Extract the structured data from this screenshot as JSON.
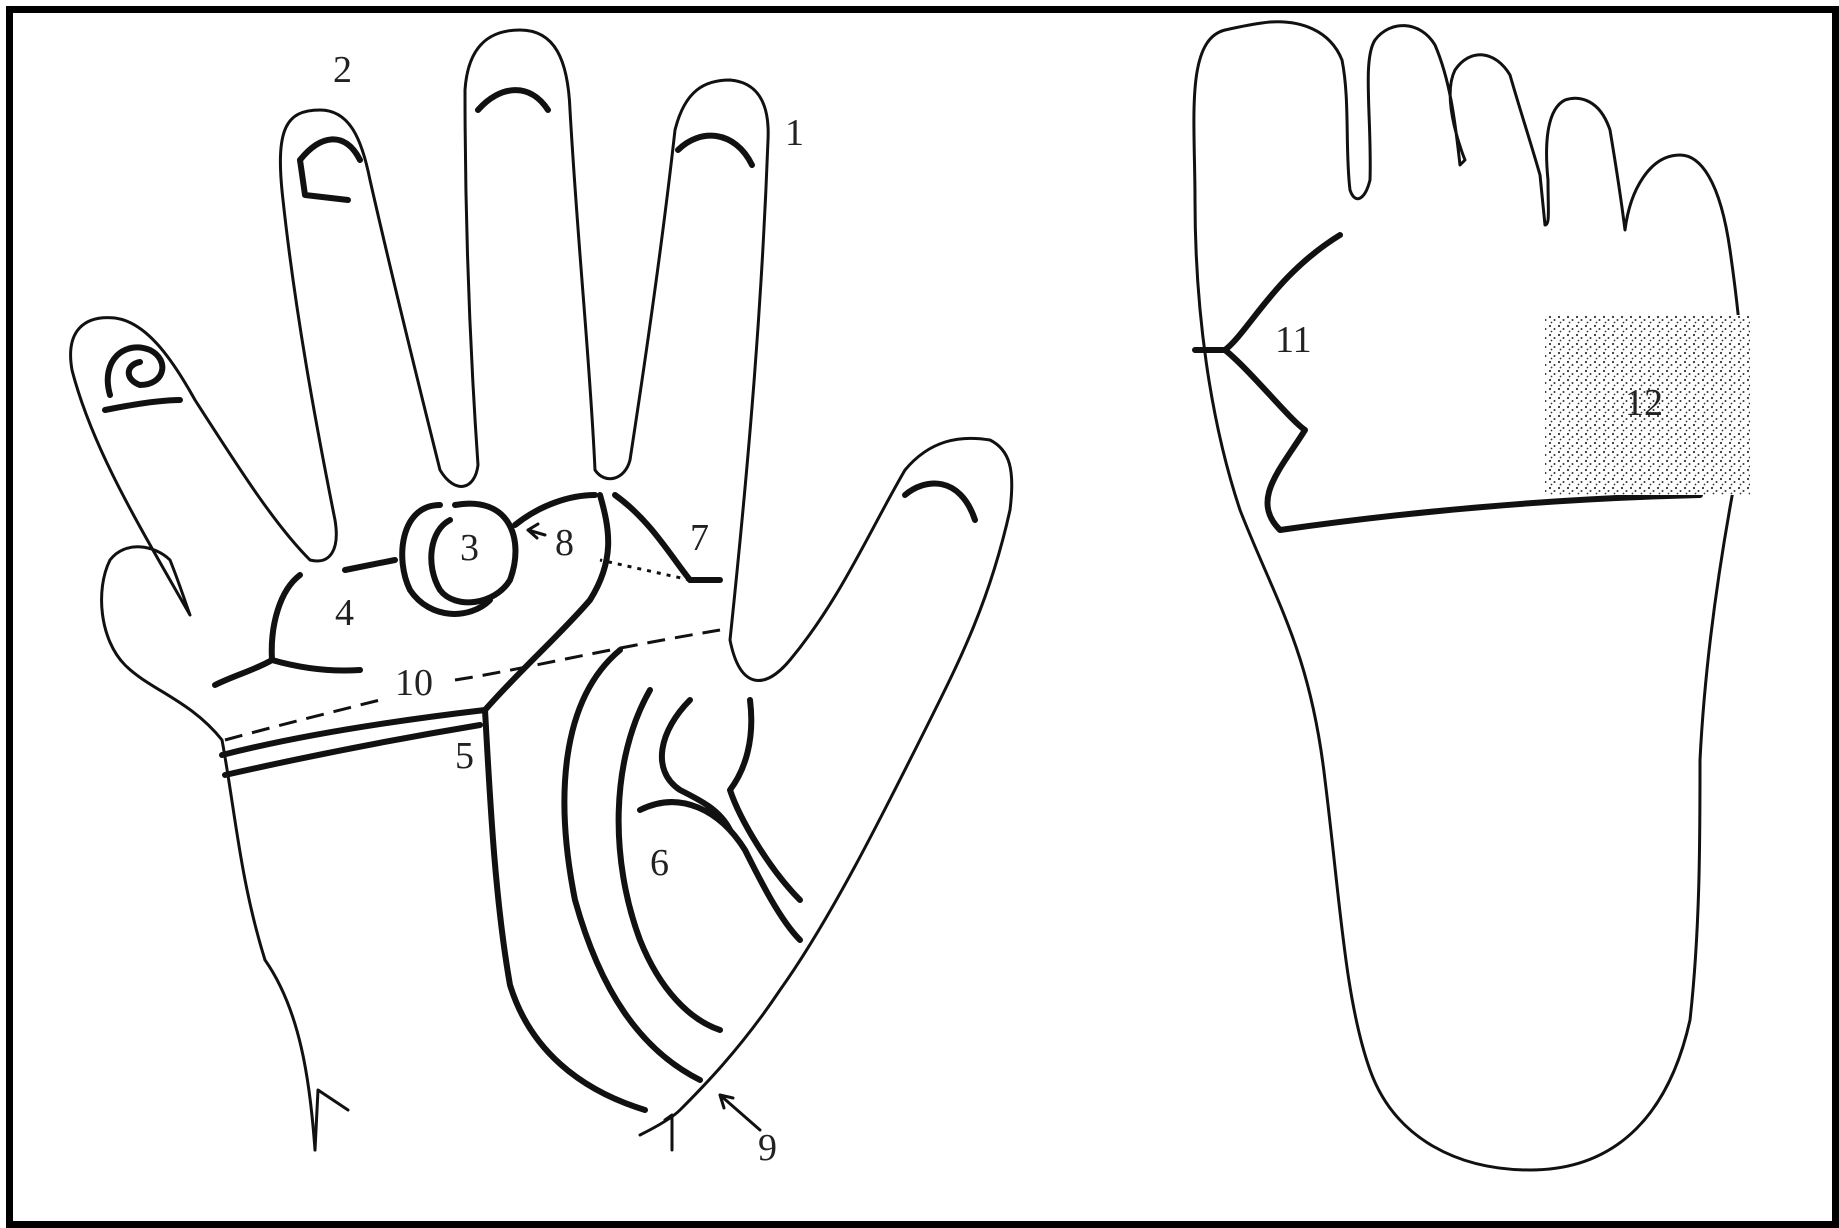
{
  "labels": {
    "l1": "1",
    "l2": "2",
    "l3": "3",
    "l4": "4",
    "l5": "5",
    "l6": "6",
    "l7": "7",
    "l8": "8",
    "l9": "9",
    "l10": "10",
    "l11": "11",
    "l12": "12"
  },
  "colors": {
    "line": "#111111",
    "background": "#ffffff",
    "stipple": "#333333"
  }
}
